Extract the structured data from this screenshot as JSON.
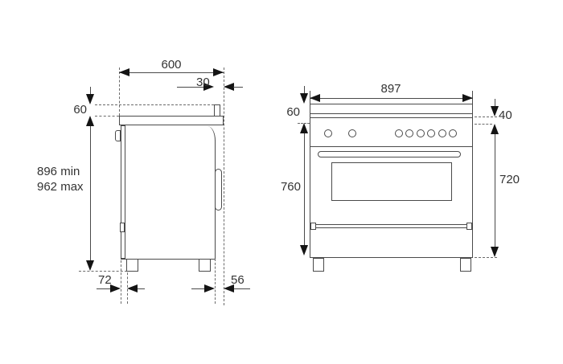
{
  "diagram": {
    "side_view": {
      "top_width": "600",
      "back_lip_depth": "30",
      "worktop_height": "60",
      "height_min": "896 min",
      "height_max": "962 max",
      "rear_foot_offset": "72",
      "front_overhang": "56"
    },
    "front_view": {
      "width": "897",
      "top_height": "60",
      "panel_inset": "40",
      "body_height_left": "760",
      "body_height_right": "720"
    },
    "colors": {
      "line": "#4a4a4a",
      "arrow": "#141414",
      "text": "#333333",
      "background": "#ffffff"
    }
  }
}
